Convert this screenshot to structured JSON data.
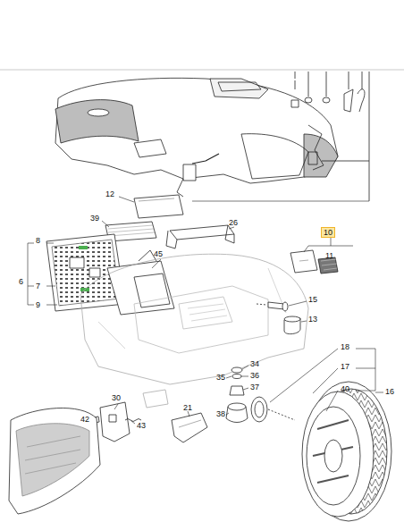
{
  "diagram": {
    "labels": [
      "12",
      "39",
      "8",
      "45",
      "26",
      "10",
      "11",
      "6",
      "7",
      "9",
      "15",
      "13",
      "18",
      "34",
      "16",
      "35",
      "36",
      "37",
      "17",
      "40",
      "30",
      "21",
      "38",
      "42",
      "43"
    ]
  }
}
